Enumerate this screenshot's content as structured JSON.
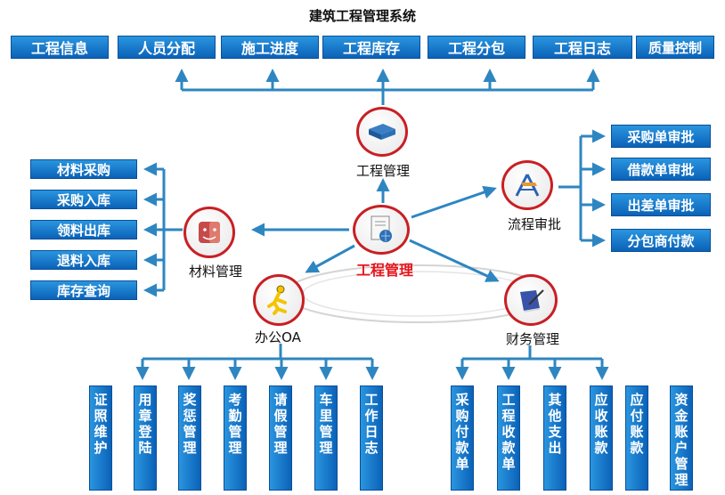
{
  "title": "建筑工程管理系统",
  "top_modules": [
    "工程信息",
    "人员分配",
    "施工进度",
    "工程库存",
    "工程分包",
    "工程日志",
    "质量控制"
  ],
  "nodes": {
    "engineering": "工程管理",
    "center": "工程管理",
    "workflow": "流程审批",
    "material": "材料管理",
    "office": "办公OA",
    "finance": "财务管理"
  },
  "material_items": [
    "材料采购",
    "采购入库",
    "领料出库",
    "退料入库",
    "库存查询"
  ],
  "workflow_items": [
    "采购单审批",
    "借款单审批",
    "出差单审批",
    "分包商付款"
  ],
  "office_items": [
    "证照维护",
    "用章登陆",
    "奖惩管理",
    "考勤管理",
    "请假管理",
    "车里管理",
    "工作日志"
  ],
  "finance_items": [
    "采购付款单",
    "工程收款单",
    "其他支出",
    "应收账款",
    "应付账款",
    "资金账户管理"
  ],
  "colors": {
    "box": "#1a7fd0",
    "arrow": "#2e86c1",
    "ring": "#c81f24",
    "center_label": "#e8141b"
  },
  "icons": {
    "engineering": "server-icon",
    "center": "document-globe-icon",
    "workflow": "compass-tool-icon",
    "material": "finder-icon",
    "office": "running-man-icon",
    "finance": "book-pen-icon"
  }
}
